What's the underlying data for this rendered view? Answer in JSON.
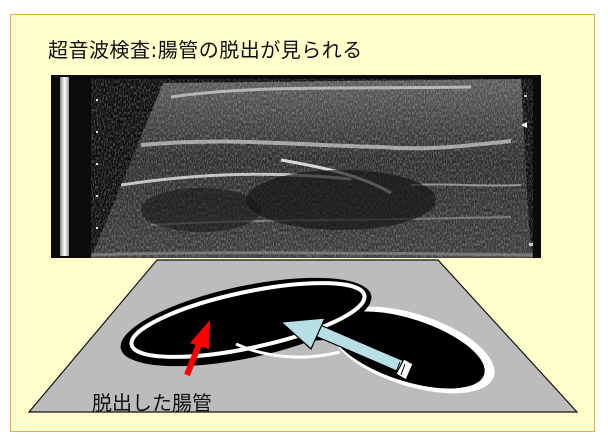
{
  "title": "超音波検査:腸管の脱出が見られる",
  "image": {
    "icon": "ultrasound-scan-image"
  },
  "diagram": {
    "label": "脱出した腸管",
    "colors": {
      "panel_background": "#ffffcc",
      "panel_border": "#e8a948",
      "plane_fill": "#bcbcbc",
      "bowel_fill": "#000000",
      "bowel_outline": "#ffffff",
      "red_arrow": "#ff0000",
      "blue_arrow": "#b8dfe6"
    }
  }
}
